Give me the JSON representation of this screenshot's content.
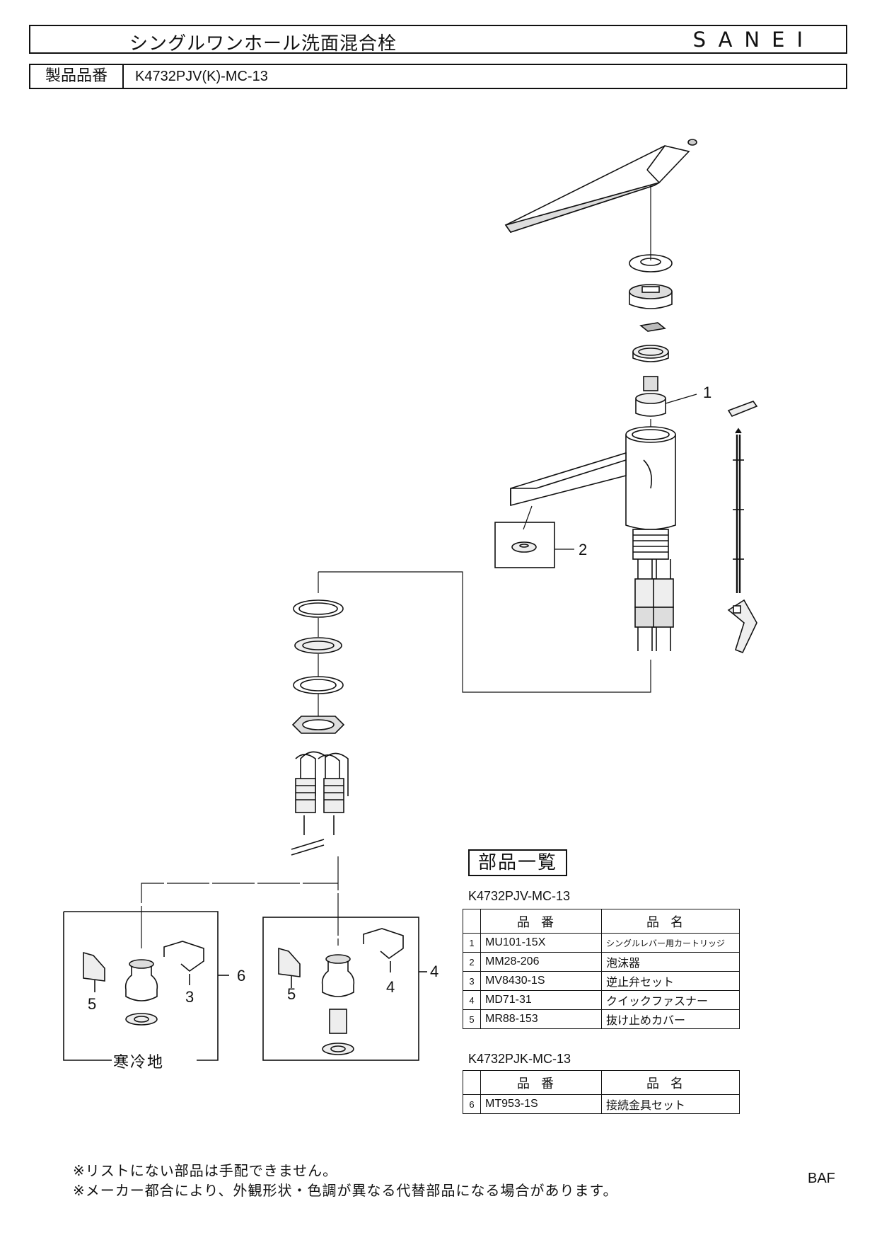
{
  "header": {
    "title": "シングルワンホール洗面混合栓",
    "brand": "SANEI",
    "product_number_label": "製品品番",
    "product_number": "K4732PJV(K)-MC-13"
  },
  "diagram": {
    "callouts": [
      "1",
      "2",
      "3",
      "4",
      "5",
      "4",
      "5",
      "6"
    ],
    "cold_region_label": "寒冷地"
  },
  "parts_list": {
    "title": "部品一覧",
    "tables": [
      {
        "model": "K4732PJV-MC-13",
        "headers": [
          "品番",
          "品名"
        ],
        "rows": [
          {
            "no": "1",
            "code": "MU101-15X",
            "name": "シングルレバー用カートリッジ"
          },
          {
            "no": "2",
            "code": "MM28-206",
            "name": "泡沫器"
          },
          {
            "no": "3",
            "code": "MV8430-1S",
            "name": "逆止弁セット"
          },
          {
            "no": "4",
            "code": "MD71-31",
            "name": "クイックファスナー"
          },
          {
            "no": "5",
            "code": "MR88-153",
            "name": "抜け止めカバー"
          }
        ]
      },
      {
        "model": "K4732PJK-MC-13",
        "headers": [
          "品番",
          "品名"
        ],
        "rows": [
          {
            "no": "6",
            "code": "MT953-1S",
            "name": "接続金具セット"
          }
        ]
      }
    ]
  },
  "notes": [
    "※リストにない部品は手配できません。",
    "※メーカー都合により、外観形状・色調が異なる代替部品になる場合があります。"
  ],
  "footer_code": "BAF"
}
